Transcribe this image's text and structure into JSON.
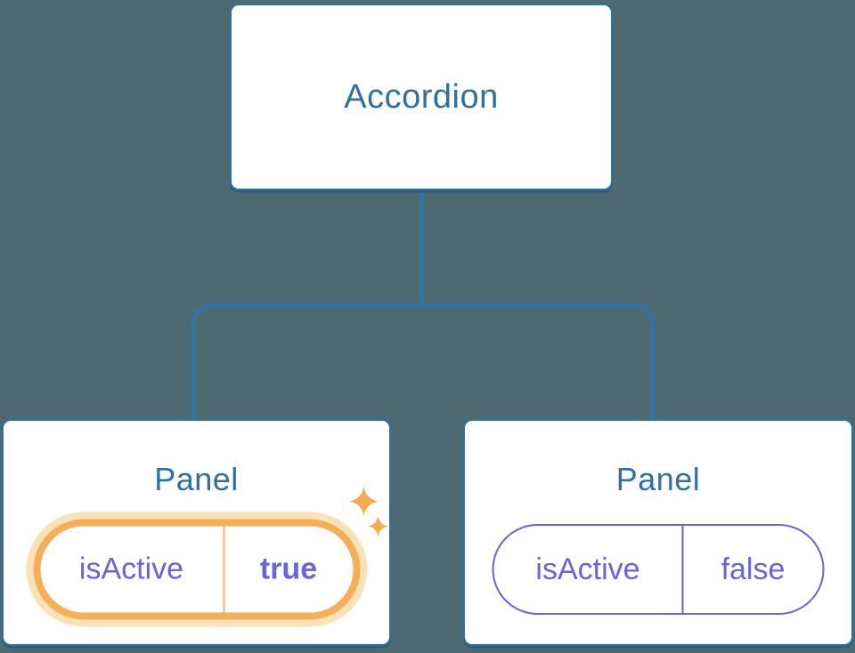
{
  "colors": {
    "background": "#4D6972",
    "node_border": "#2E72A4",
    "node_fill": "#FFFFFF",
    "connector": "#2E74A6",
    "title_text": "#2F709F",
    "prop_text": "#6B63D8",
    "active_ring": "#F5AF5A",
    "active_glow": "#FAE2B8",
    "active_divider": "#F3B668",
    "sparkle": "#F5AC4F"
  },
  "tree": {
    "root": {
      "label": "Accordion"
    },
    "children": [
      {
        "title": "Panel",
        "prop_name": "isActive",
        "prop_value": "true",
        "state": "active"
      },
      {
        "title": "Panel",
        "prop_name": "isActive",
        "prop_value": "false",
        "state": "inactive"
      }
    ]
  }
}
